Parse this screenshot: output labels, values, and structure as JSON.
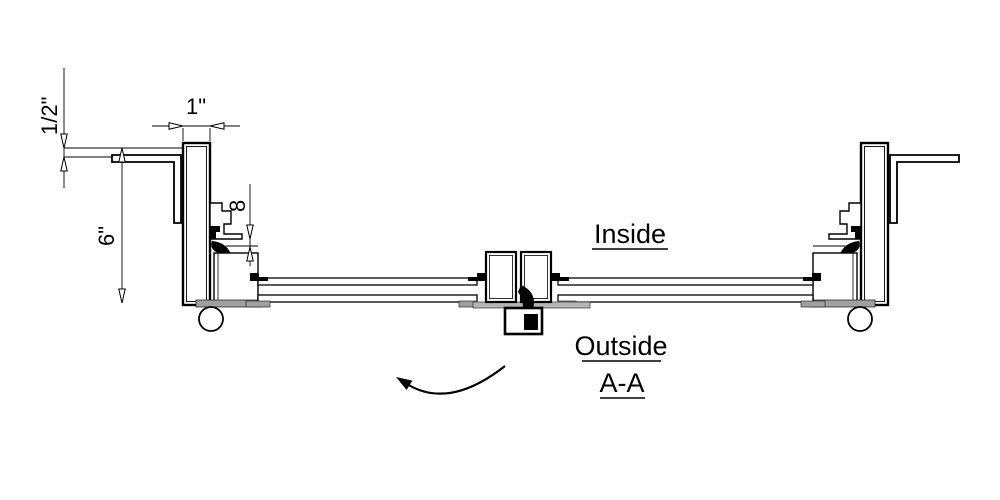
{
  "drawing": {
    "type": "cad-section-detail",
    "labels": {
      "inside": "Inside",
      "outside": "Outside",
      "section": "A-A"
    },
    "dimensions": {
      "wall_gap": "1/2\"",
      "jamb_width": "1\"",
      "jamb_depth": "6\"",
      "stop_gap": "8"
    },
    "icons": {
      "swing_arrow": "swing-direction-arrow",
      "pivot_left": "pivot-circle",
      "pivot_right": "pivot-circle"
    },
    "colors": {
      "line": "#000000",
      "fill": "#ffffff",
      "pad_gray": "#a0a0a0",
      "strip_gray": "#b5b5b5"
    }
  }
}
